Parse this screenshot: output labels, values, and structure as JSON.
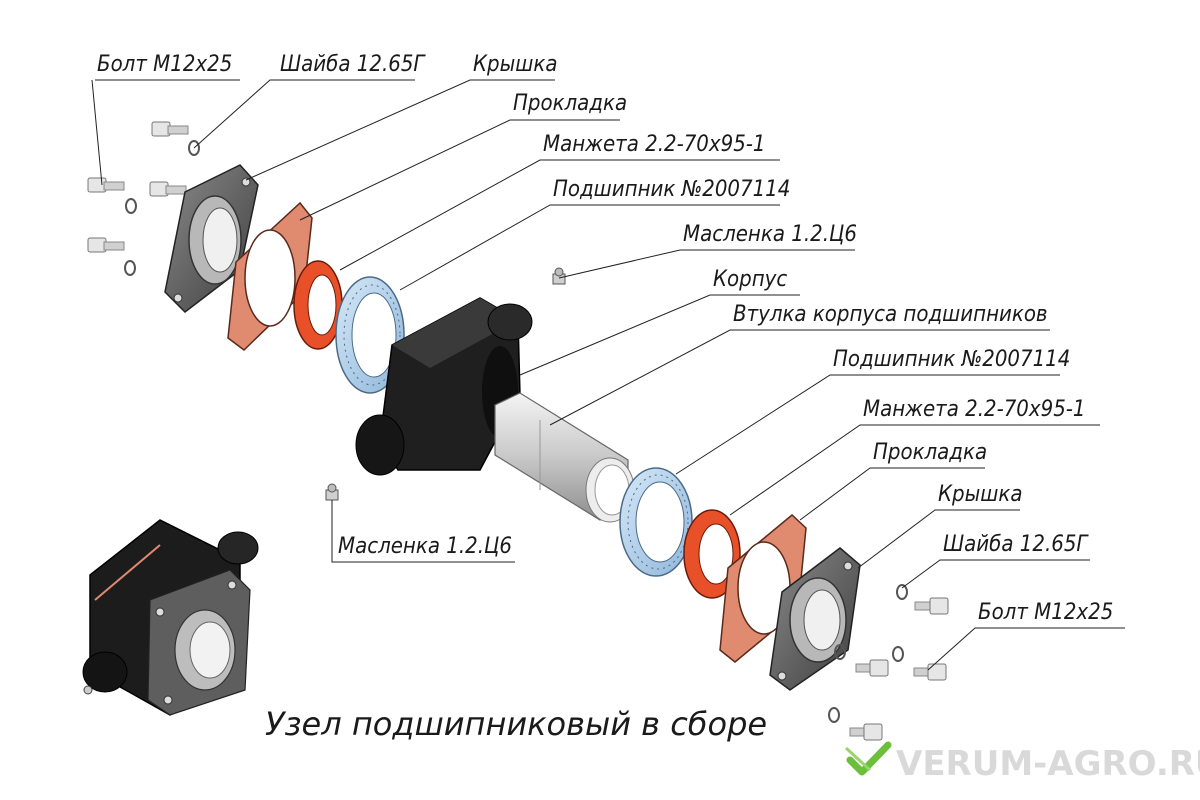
{
  "labels": {
    "bolt_top": "Болт М12х25",
    "washer_top": "Шайба 12.65Г",
    "cover_top": "Крышка",
    "gasket_top": "Прокладка",
    "seal_top": "Манжета 2.2-70х95-1",
    "bearing_top": "Подшипник №2007114",
    "oiler_top": "Масленка 1.2.Ц6",
    "housing": "Корпус",
    "sleeve": "Втулка корпуса подшипников",
    "bearing_bottom": "Подшипник №2007114",
    "seal_bottom": "Манжета 2.2-70х95-1",
    "gasket_bottom": "Прокладка",
    "cover_bottom": "Крышка",
    "washer_bottom": "Шайба 12.65Г",
    "bolt_bottom": "Болт М12х25",
    "oiler_bottom": "Масленка 1.2.Ц6"
  },
  "caption": "Узел подшипниковый в сборе",
  "watermark": "VERUM-AGRO.RU",
  "colors": {
    "gasket": "#e08a70",
    "seal": "#e8502a",
    "bearing": "#a9cbe8",
    "housing": "#1f1f1f",
    "cover": "#5a5a5a",
    "sleeve": "#d6d6d6",
    "watermark_logo": "#6bbf3a"
  }
}
